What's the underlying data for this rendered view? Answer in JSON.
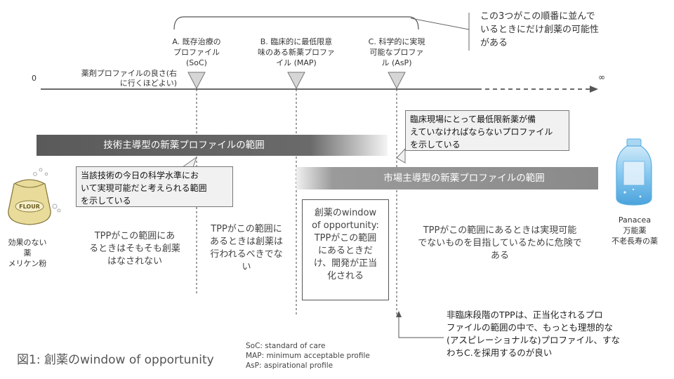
{
  "axis": {
    "zero": "0",
    "infinity": "∞",
    "label": "薬剤プロファイルの良さ(右\nに行くほどよい)"
  },
  "markers": [
    {
      "id": "soc",
      "label": "A. 既存治療の\nプロファイル\n(SoC)"
    },
    {
      "id": "map",
      "label": "B. 臨床的に最低限意\n味のある新薬プロファ\nイル (MAP)"
    },
    {
      "id": "asp",
      "label": "C. 科学的に実現\n可能なプロファ\nル (AsP)"
    }
  ],
  "brace_note": "この3つがこの順番に並んで\nいるときにだけ創薬の可能性\nがある",
  "callouts": {
    "clinical": "臨床現場にとって最低限新薬が備\nえていなければならないプロファイル\nを示している",
    "technical": "当該技術の今日の科学水準にお\nいて実現可能だと考えられる範囲\nを示している",
    "preclinical": "非臨床段階のTPPは、正当化されるプロ\nファイルの範囲の中で、もっとも理想的な\n(アスピレーショナルな)プロファイル、すな\nわちC.を採用するのが良い"
  },
  "bars": {
    "tech": "技術主導型の新薬プロファイルの範囲",
    "market": "市場主導型の新薬プロファイルの範囲"
  },
  "left_item": {
    "label": "効果のない\n薬\nメリケン粉",
    "bag_text": "FLOUR"
  },
  "right_item": {
    "label": "Panacea\n万能薬\n不老長寿の薬"
  },
  "regions": {
    "r1": "TPPがこの範囲にあ\nるときはそもそも創薬\nはなされない",
    "r2": "TPPがこの範囲に\nあるときは創薬は\n行われるべきでな\nい",
    "window": "創薬のwindow\nof opportunity:\nTPPがこの範囲\nにあるときだ\nけ、開発が正当\n化される",
    "r4": "TPPがこの範囲にあるときは実現可能\nでないものを目指しているために危険で\nある"
  },
  "caption": "図1: 創薬のwindow of opportunity",
  "legend": [
    "SoC: standard of care",
    "MAP: minimum acceptable profile",
    "AsP: aspirational profile"
  ],
  "colors": {
    "tech_bar": "#5e5e5e",
    "market_bar": "#8e8e8e",
    "callout_bg": "#f1f1f1",
    "bottle": "#7ec3ec",
    "bag": "#e9dc9a"
  }
}
